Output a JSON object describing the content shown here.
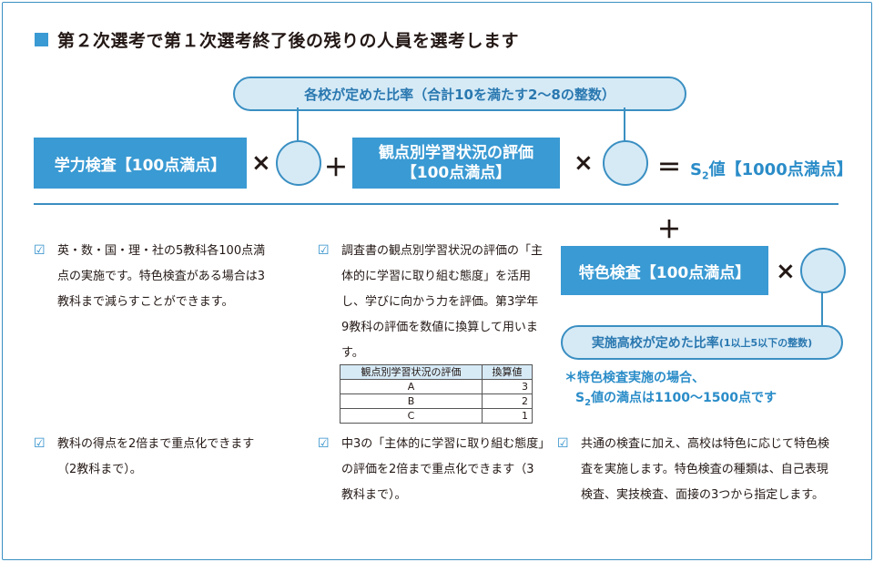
{
  "title": "第２次選考で第１次選考終了後の残りの人員を選考します",
  "top_pill": "各校が定めた比率（合計10を満たす2〜8の整数）",
  "box_academic": "学力検査【100点満点】",
  "box_eval_line1": "観点別学習状況の評価",
  "box_eval_line2": "【100点満点】",
  "op_times": "×",
  "op_plus": "＋",
  "op_equals": "＝",
  "s2_prefix": "S",
  "s2_sub": "2",
  "s2_suffix": "値【1000点満点】",
  "box_special": "特色検査【100点満点】",
  "special_pill_main": "実施高校が定めた比率",
  "special_pill_small": "(1以上5以下の整数)",
  "note_line1": "＊特色検査実施の場合、",
  "note_line2_prefix": "S",
  "note_line2_sub": "2",
  "note_line2_suffix": "値の満点は1100〜1500点です",
  "check_mark": "☑",
  "col1_a": "英・数・国・理・社の5教科各100点満点の実施です。特色検査がある場合は3教科まで減らすことができます。",
  "col1_b": "教科の得点を2倍まで重点化できます（2教科まで）。",
  "col2_a": "調査書の観点別学習状況の評価の「主体的に学習に取り組む態度」を活用し、学びに向かう力を評価。第3学年9教科の評価を数値に換算して用います。",
  "col2_b": "中3の「主体的に学習に取り組む態度」の評価を2倍まで重点化できます（3教科まで）。",
  "col3_b": "共通の検査に加え、高校は特色に応じて特色検査を実施します。特色検査の種類は、自己表現検査、実技検査、面接の3つから指定します。",
  "table": {
    "headers": [
      "観点別学習状況の評価",
      "換算値"
    ],
    "rows": [
      [
        "A",
        "3"
      ],
      [
        "B",
        "2"
      ],
      [
        "C",
        "1"
      ]
    ]
  },
  "colors": {
    "accent": "#3a9ad3",
    "border": "#3a8fc2",
    "light": "#d6eaf6"
  }
}
